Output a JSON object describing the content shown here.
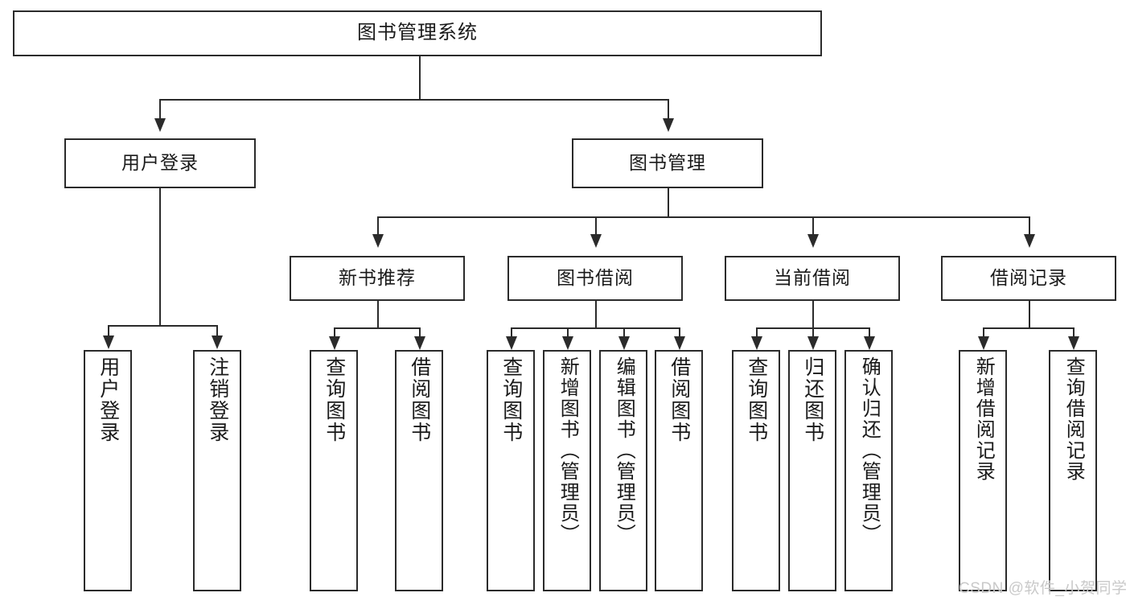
{
  "diagram": {
    "title": "图书管理系统",
    "watermark": "CSDN @软件_小贺同学",
    "levels": {
      "root": {
        "label": "图书管理系统"
      },
      "level2": [
        {
          "label": "用户登录"
        },
        {
          "label": "图书管理"
        }
      ],
      "level3": [
        {
          "label": "新书推荐"
        },
        {
          "label": "图书借阅"
        },
        {
          "label": "当前借阅"
        },
        {
          "label": "借阅记录"
        }
      ],
      "leaves": {
        "user_login": [
          {
            "label": "用户登录"
          },
          {
            "label": "注销登录"
          }
        ],
        "new_book_recommend": [
          {
            "label": "查询图书"
          },
          {
            "label": "借阅图书"
          }
        ],
        "book_borrow": [
          {
            "label": "查询图书"
          },
          {
            "label": "新增图书（管理员）"
          },
          {
            "label": "编辑图书（管理员）"
          },
          {
            "label": "借阅图书"
          }
        ],
        "current_borrow": [
          {
            "label": "查询图书"
          },
          {
            "label": "归还图书"
          },
          {
            "label": "确认归还（管理员）"
          }
        ],
        "borrow_record": [
          {
            "label": "新增借阅记录"
          },
          {
            "label": "查询借阅记录"
          }
        ]
      }
    },
    "colors": {
      "stroke": "#2b2b2b",
      "fill": "#ffffff",
      "text": "#1a1a1a",
      "watermark": "#c9c9c9"
    }
  }
}
